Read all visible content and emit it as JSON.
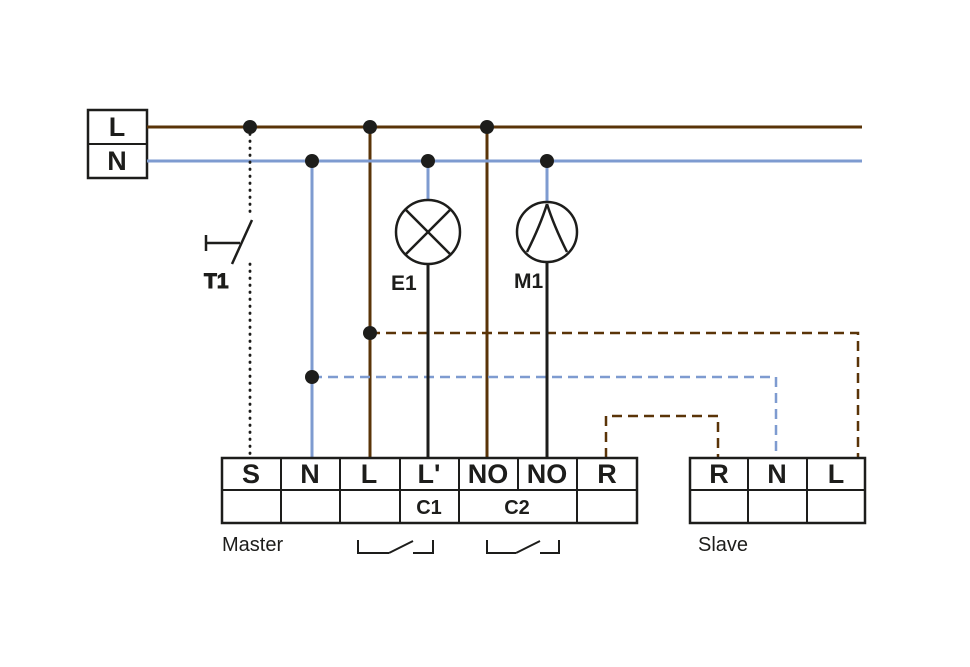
{
  "colors": {
    "wire_brown": "#5a3408",
    "wire_blue": "#7e9bd0",
    "line_black": "#1d1d1b"
  },
  "supply": {
    "l_label": "L",
    "n_label": "N"
  },
  "components": {
    "switch": "T1",
    "lamp": "E1",
    "motor": "M1"
  },
  "master_block": {
    "label": "Master",
    "terminals": [
      "S",
      "N",
      "L",
      "L'",
      "NO",
      "NO",
      "R"
    ],
    "c1_label": "C1",
    "c2_label": "C2"
  },
  "slave_block": {
    "label": "Slave",
    "terminals": [
      "R",
      "N",
      "L"
    ]
  }
}
